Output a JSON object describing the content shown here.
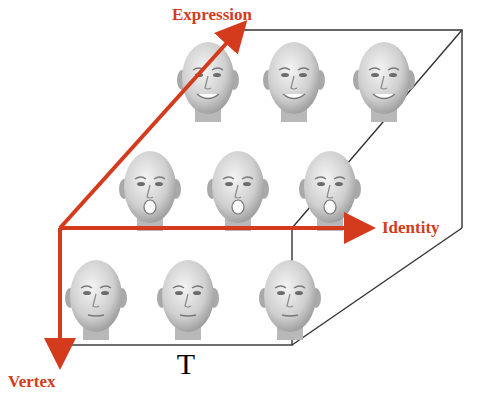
{
  "diagram": {
    "labels": [
      "Expression",
      "Identity",
      "Vertex",
      "T"
    ]
  }
}
